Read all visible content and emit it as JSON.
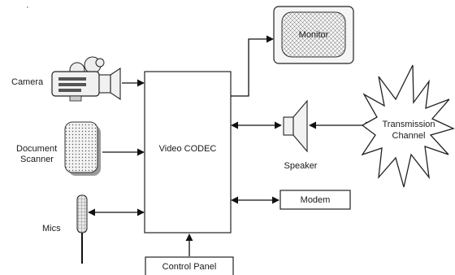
{
  "stray_mark": "·",
  "blocks": {
    "codec": "Video CODEC",
    "monitor": "Monitor",
    "modem": "Modem",
    "control_panel": "Control Panel",
    "transmission_line1": "Transmission",
    "transmission_line2": "Channel"
  },
  "devices": {
    "camera": "Camera",
    "document_scanner_line1": "Document",
    "document_scanner_line2": "Scanner",
    "mics": "Mics",
    "speaker": "Speaker"
  }
}
